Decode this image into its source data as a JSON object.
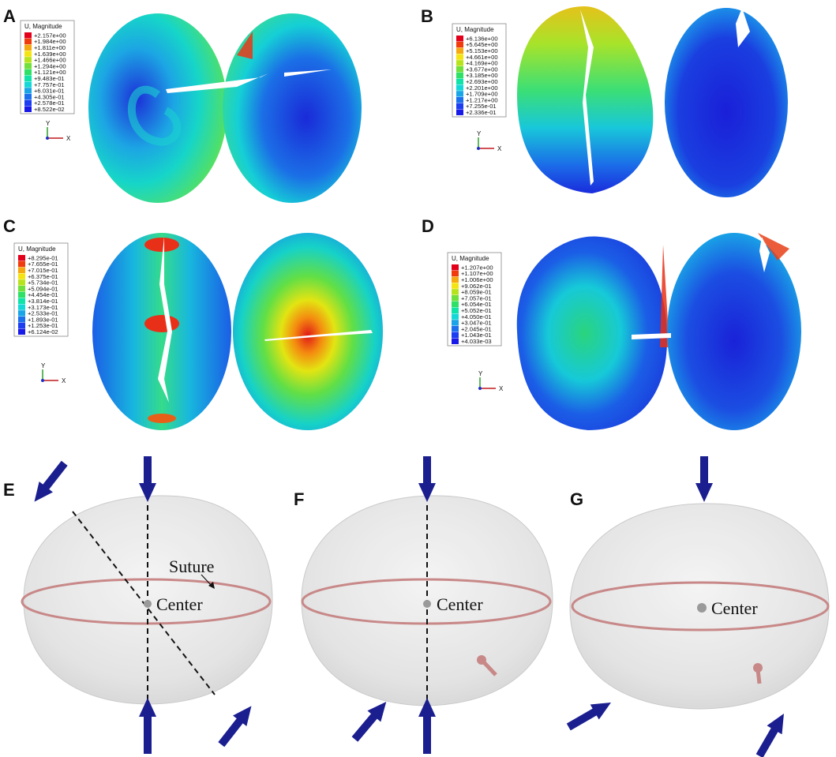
{
  "panels": [
    {
      "letter": "A",
      "legend_title": "U, Magnitude",
      "legend_values": [
        "+2.157e+00",
        "+1.984e+00",
        "+1.811e+00",
        "+1.639e+00",
        "+1.466e+00",
        "+1.294e+00",
        "+1.121e+00",
        "+9.483e-01",
        "+7.757e-01",
        "+6.031e-01",
        "+4.305e-01",
        "+2.578e-01",
        "+8.522e-02"
      ],
      "axis_y": "Y",
      "axis_x": "X"
    },
    {
      "letter": "B",
      "legend_title": "U, Magnitude",
      "legend_values": [
        "+6.136e+00",
        "+5.645e+00",
        "+5.153e+00",
        "+4.661e+00",
        "+4.169e+00",
        "+3.677e+00",
        "+3.185e+00",
        "+2.693e+00",
        "+2.201e+00",
        "+1.709e+00",
        "+1.217e+00",
        "+7.255e-01",
        "+2.336e-01"
      ],
      "axis_y": "Y",
      "axis_x": "X"
    },
    {
      "letter": "C",
      "legend_title": "U, Magnitude",
      "legend_values": [
        "+8.295e-01",
        "+7.655e-01",
        "+7.015e-01",
        "+6.375e-01",
        "+5.734e-01",
        "+5.094e-01",
        "+4.454e-01",
        "+3.814e-01",
        "+3.173e-01",
        "+2.533e-01",
        "+1.893e-01",
        "+1.253e-01",
        "+6.124e-02"
      ],
      "axis_y": "Y",
      "axis_x": "X"
    },
    {
      "letter": "D",
      "legend_title": "U, Magnitude",
      "legend_values": [
        "+1.207e+00",
        "+1.107e+00",
        "+1.006e+00",
        "+9.062e-01",
        "+8.059e-01",
        "+7.057e-01",
        "+6.054e-01",
        "+5.052e-01",
        "+4.050e-01",
        "+3.047e-01",
        "+2.045e-01",
        "+1.043e-01",
        "+4.033e-03"
      ],
      "axis_y": "Y",
      "axis_x": "X"
    }
  ],
  "bottom_panels": [
    {
      "letter": "E",
      "center_label": "Center",
      "suture_label": "Suture"
    },
    {
      "letter": "F",
      "center_label": "Center"
    },
    {
      "letter": "G",
      "center_label": "Center"
    }
  ],
  "legend_colors": [
    "#e3001b",
    "#f03c0c",
    "#f5a80f",
    "#f4e411",
    "#b7e31c",
    "#6fe03c",
    "#2fe066",
    "#10e3a8",
    "#14d7d8",
    "#1aa5e6",
    "#1c70ec",
    "#1c3df0",
    "#1a1ae8"
  ],
  "colors": {
    "arrow": "#1b1e8f",
    "suture": "#c88888",
    "shell": "#dcdcdc",
    "center_dot": "#9a9a9a"
  }
}
